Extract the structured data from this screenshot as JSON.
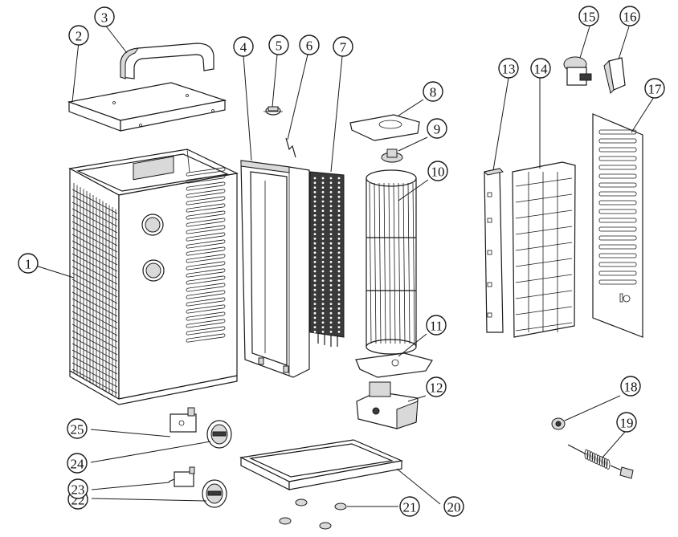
{
  "callouts": [
    {
      "id": "1",
      "label": "1"
    },
    {
      "id": "2",
      "label": "2"
    },
    {
      "id": "3",
      "label": "3"
    },
    {
      "id": "4",
      "label": "4"
    },
    {
      "id": "5",
      "label": "5"
    },
    {
      "id": "6",
      "label": "6"
    },
    {
      "id": "7",
      "label": "7"
    },
    {
      "id": "8",
      "label": "8"
    },
    {
      "id": "9",
      "label": "9"
    },
    {
      "id": "10",
      "label": "10"
    },
    {
      "id": "11",
      "label": "11"
    },
    {
      "id": "12",
      "label": "12"
    },
    {
      "id": "13",
      "label": "13"
    },
    {
      "id": "14",
      "label": "14"
    },
    {
      "id": "15",
      "label": "15"
    },
    {
      "id": "16",
      "label": "16"
    },
    {
      "id": "17",
      "label": "17"
    },
    {
      "id": "18",
      "label": "18"
    },
    {
      "id": "19",
      "label": "19"
    },
    {
      "id": "20",
      "label": "20"
    },
    {
      "id": "21",
      "label": "21"
    },
    {
      "id": "22",
      "label": "22"
    },
    {
      "id": "23",
      "label": "23"
    },
    {
      "id": "24",
      "label": "24"
    },
    {
      "id": "25",
      "label": "25"
    }
  ]
}
